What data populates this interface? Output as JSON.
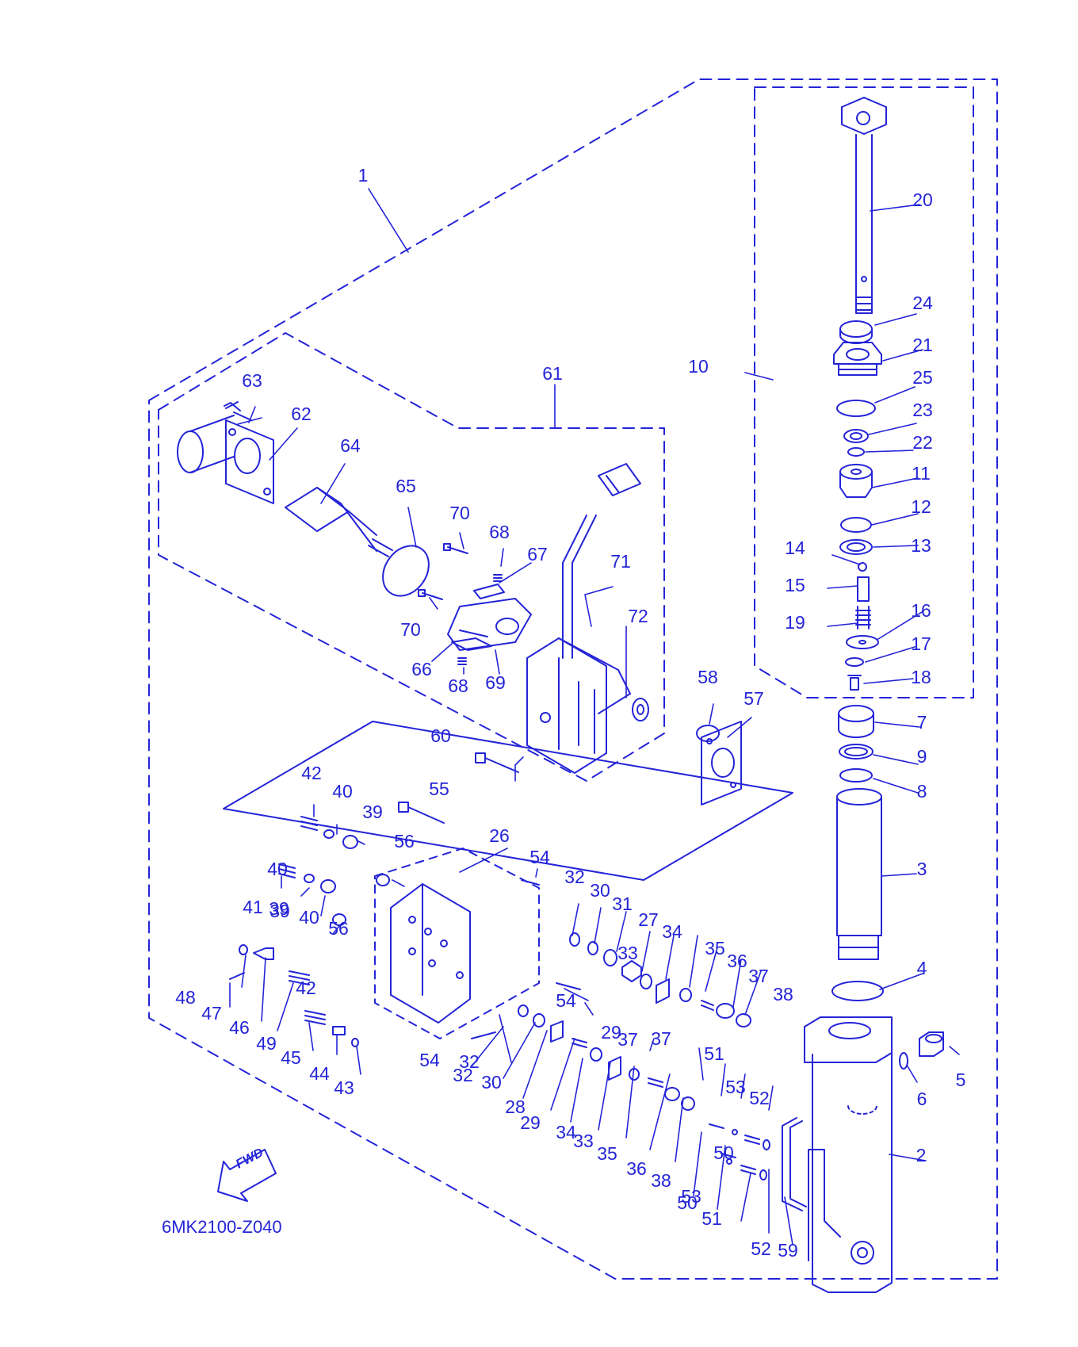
{
  "diagram": {
    "line_color": "#2424d8",
    "diagram_code": "6MK2100-Z040",
    "direction_label": "FWD",
    "callouts": [
      "1",
      "2",
      "3",
      "4",
      "5",
      "6",
      "7",
      "8",
      "9",
      "10",
      "11",
      "12",
      "13",
      "14",
      "15",
      "16",
      "17",
      "18",
      "19",
      "20",
      "21",
      "22",
      "23",
      "24",
      "25",
      "26",
      "27",
      "28",
      "29",
      "30",
      "31",
      "32",
      "33",
      "34",
      "35",
      "36",
      "37",
      "38",
      "39",
      "40",
      "41",
      "42",
      "43",
      "44",
      "45",
      "46",
      "47",
      "48",
      "49",
      "50",
      "51",
      "52",
      "53",
      "54",
      "55",
      "56",
      "57",
      "58",
      "59",
      "60",
      "61",
      "62",
      "63",
      "64",
      "65",
      "66",
      "67",
      "68",
      "69",
      "70",
      "71",
      "72"
    ]
  }
}
